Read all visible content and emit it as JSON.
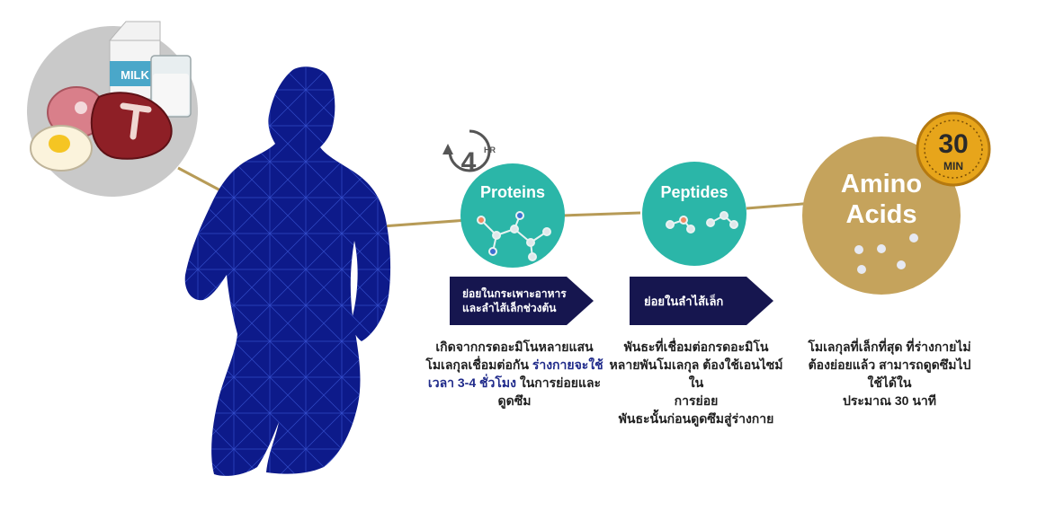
{
  "food": {
    "milk_label": "MILK"
  },
  "stages": {
    "proteins": {
      "title": "Proteins",
      "badge": "4",
      "badge_unit": "HR",
      "arrow_lines": [
        "ย่อยในกระเพาะอาหาร",
        "และลำไส้เล็กช่วงต้น"
      ],
      "desc_parts": [
        "เกิดจากกรดอะมิโนหลายแสน",
        "โมเลกุลเชื่อมต่อกัน ",
        "ร่างกายจะใช้",
        "เวลา 3-4 ชั่วโมง",
        " ในการย่อยและ",
        "ดูดซึม"
      ]
    },
    "peptides": {
      "title": "Peptides",
      "arrow_label": "ย่อยในลำไส้เล็ก",
      "desc_lines": [
        "พันธะที่เชื่อมต่อกรดอะมิโน",
        "หลายพันโมเลกุล ต้องใช้เอนไซม์ใน",
        "การย่อย",
        "พันธะนั้นก่อนดูดซึมสู่ร่างกาย"
      ]
    },
    "amino": {
      "title_line1": "Amino",
      "title_line2": "Acids",
      "badge": "30",
      "badge_unit": "MIN",
      "desc_lines": [
        "โมเลกุลที่เล็กที่สุด ที่ร่างกายไม่",
        "ต้องย่อยแล้ว สามารถดูดซึมไป",
        "ใช้ได้ใน",
        "ประมาณ 30 นาที"
      ]
    }
  },
  "colors": {
    "navy": "#0f1a7a",
    "teal": "#2bb6a8",
    "gold": "#c5a35c",
    "arrow_bg": "#16164f",
    "connector": "#b79b57",
    "highlight": "#1f2a8a"
  }
}
